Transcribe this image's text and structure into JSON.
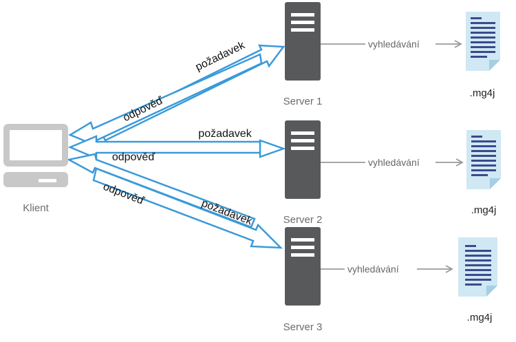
{
  "client": {
    "label": "Klient"
  },
  "servers": [
    {
      "label": "Server 1",
      "search_label": "vyhledávání",
      "file_label": ".mg4j"
    },
    {
      "label": "Server 2",
      "search_label": "vyhledávání",
      "file_label": ".mg4j"
    },
    {
      "label": "Server 3",
      "search_label": "vyhledávání",
      "file_label": ".mg4j"
    }
  ],
  "arrows": {
    "request_label": "požadavek",
    "response_label": "odpověď"
  },
  "colors": {
    "arrow": "#3a9ad9",
    "server": "#58595b",
    "client": "#c8c8c8",
    "document": "#cfe8f3",
    "document_lines": "#3a4a8c",
    "connector": "#999999"
  },
  "icons": {
    "client": "computer-monitor-icon",
    "server": "server-tower-icon",
    "file": "document-icon"
  }
}
